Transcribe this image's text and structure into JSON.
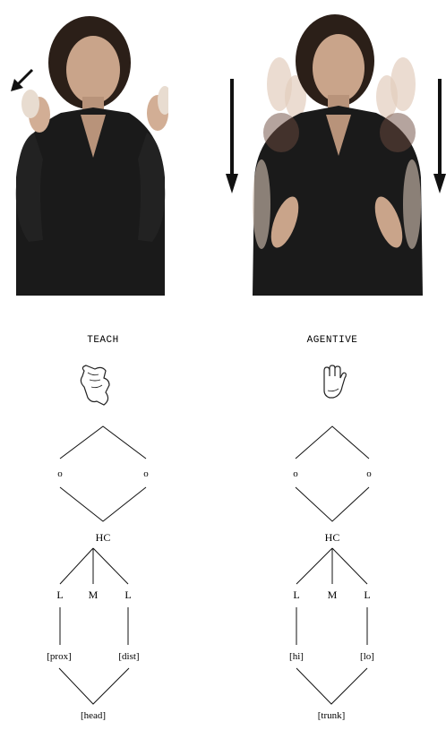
{
  "teach": {
    "title": "TEACH",
    "hc": "HC",
    "o_left": "o",
    "o_right": "o",
    "L_left": "L",
    "M": "M",
    "L_right": "L",
    "loc_left": "[prox]",
    "loc_right": "[dist]",
    "place": "[head]"
  },
  "agentive": {
    "title": "AGENTIVE",
    "hc": "HC",
    "o_left": "o",
    "o_right": "o",
    "L_left": "L",
    "M": "M",
    "L_right": "L",
    "loc_left": "[hi]",
    "loc_right": "[lo]",
    "place": "[trunk]"
  },
  "icons": {
    "photo_left": "signer-teach-photo",
    "photo_right": "signer-agentive-photo",
    "hand_left": "handshape-teach-icon",
    "hand_right": "handshape-agentive-icon"
  },
  "colors": {
    "clothing": "#1a1a1a",
    "skin": "#c9a48a",
    "hair": "#2b1f18",
    "background": "#ffffff",
    "arrow": "#111111"
  }
}
